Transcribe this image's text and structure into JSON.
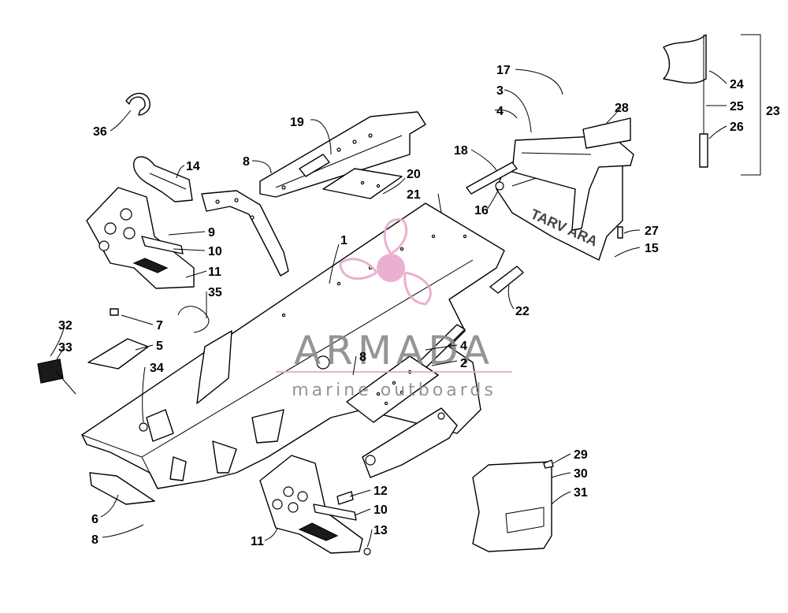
{
  "watermark": {
    "brand": "ARMADA",
    "tagline": "marine outboards",
    "color": "#e8a8cc"
  },
  "callouts": [
    {
      "id": "c36",
      "label": "36"
    },
    {
      "id": "c19",
      "label": "19"
    },
    {
      "id": "c14",
      "label": "14"
    },
    {
      "id": "c8a",
      "label": "8"
    },
    {
      "id": "c20",
      "label": "20"
    },
    {
      "id": "c21",
      "label": "21"
    },
    {
      "id": "c9",
      "label": "9"
    },
    {
      "id": "c10a",
      "label": "10"
    },
    {
      "id": "c11a",
      "label": "11"
    },
    {
      "id": "c35",
      "label": "35"
    },
    {
      "id": "c1",
      "label": "1"
    },
    {
      "id": "c17",
      "label": "17"
    },
    {
      "id": "c3",
      "label": "3"
    },
    {
      "id": "c4a",
      "label": "4"
    },
    {
      "id": "c28",
      "label": "28"
    },
    {
      "id": "c18",
      "label": "18"
    },
    {
      "id": "c16",
      "label": "16"
    },
    {
      "id": "c27",
      "label": "27"
    },
    {
      "id": "c15",
      "label": "15"
    },
    {
      "id": "c24",
      "label": "24"
    },
    {
      "id": "c25",
      "label": "25"
    },
    {
      "id": "c26",
      "label": "26"
    },
    {
      "id": "c23",
      "label": "23"
    },
    {
      "id": "c22",
      "label": "22"
    },
    {
      "id": "c32",
      "label": "32"
    },
    {
      "id": "c33",
      "label": "33"
    },
    {
      "id": "c7",
      "label": "7"
    },
    {
      "id": "c5",
      "label": "5"
    },
    {
      "id": "c34",
      "label": "34"
    },
    {
      "id": "c8b",
      "label": "8"
    },
    {
      "id": "c4b",
      "label": "4"
    },
    {
      "id": "c2",
      "label": "2"
    },
    {
      "id": "c6",
      "label": "6"
    },
    {
      "id": "c8c",
      "label": "8"
    },
    {
      "id": "c12",
      "label": "12"
    },
    {
      "id": "c10b",
      "label": "10"
    },
    {
      "id": "c11b",
      "label": "11"
    },
    {
      "id": "c13",
      "label": "13"
    },
    {
      "id": "c29",
      "label": "29"
    },
    {
      "id": "c30",
      "label": "30"
    },
    {
      "id": "c31",
      "label": "31"
    }
  ]
}
